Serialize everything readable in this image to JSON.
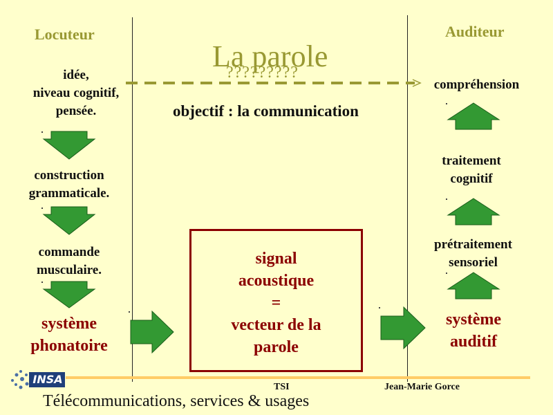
{
  "title": "La parole",
  "question_marks": "?????????",
  "locuteur": {
    "label": "Locuteur",
    "steps": [
      [
        "idée,",
        "niveau cognitif,",
        "pensée."
      ],
      [
        "construction",
        "grammaticale."
      ],
      [
        "commande",
        "musculaire."
      ]
    ],
    "system": [
      "système",
      "phonatoire"
    ]
  },
  "auditeur": {
    "label": "Auditeur",
    "comprehension": "compréhension",
    "steps": [
      [
        "traitement",
        "cognitif"
      ],
      [
        "prétraitement",
        "sensoriel"
      ]
    ],
    "system": [
      "système",
      "auditif"
    ]
  },
  "objective": "objectif : la communication",
  "signal": [
    "signal",
    "acoustique",
    "=",
    "vecteur de la",
    "parole"
  ],
  "footer": {
    "logo": "INSA",
    "center": "TSI",
    "right": "Jean-Marie Gorce",
    "subtitle": "Télécommunications, services & usages"
  },
  "colors": {
    "background": "#ffffcc",
    "accent": "#999933",
    "arrow_green": "#339933",
    "dark_red": "#8b0000",
    "footer_line": "#ffcc66"
  }
}
